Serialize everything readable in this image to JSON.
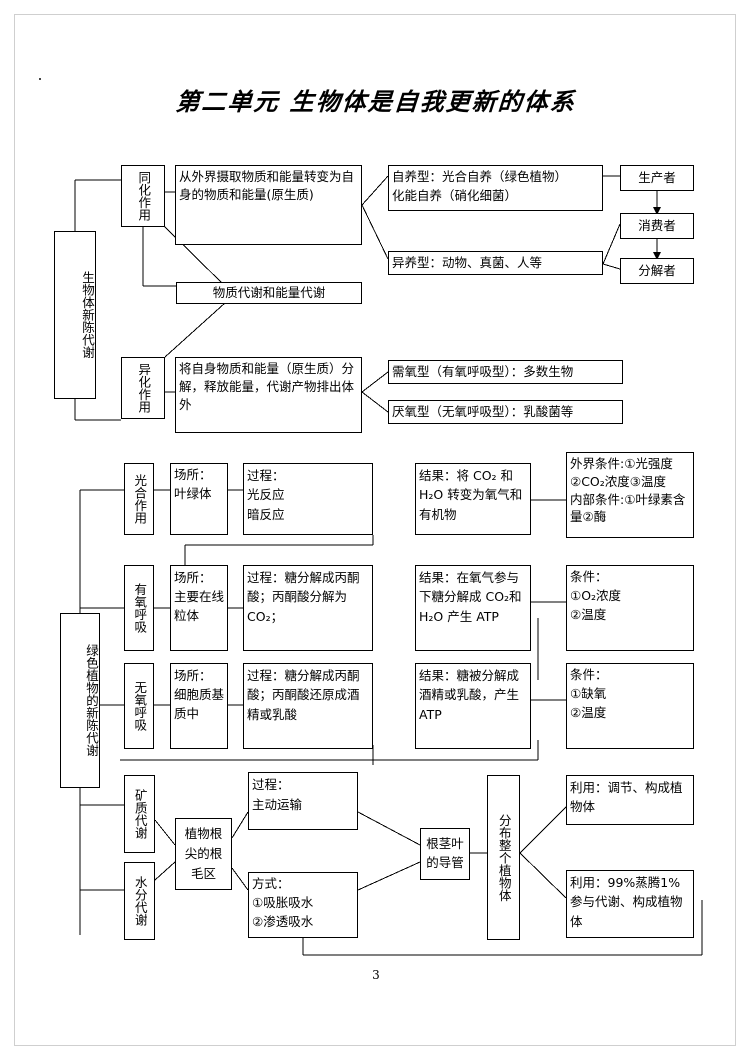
{
  "document": {
    "title": "第二单元  生物体是自我更新的体系",
    "page_number": "3"
  },
  "section_metabolism": {
    "root_label": "生物体新陈代谢",
    "assimilation": {
      "label": "同化作用",
      "description": "从外界摄取物质和能量转变为自身的物质和能量(原生质)",
      "types": [
        "自养型：光合自养（绿色植物）\n            化能自养（硝化细菌）",
        "异养型：动物、真菌、人等"
      ]
    },
    "middle_label": "物质代谢和能量代谢",
    "dissimilation": {
      "label": "异化作用",
      "description": "将自身物质和能量（原生质）分解，释放能量，代谢产物排出体外",
      "types": [
        "需氧型（有氧呼吸型）：多数生物",
        "厌氧型（无氧呼吸型）：乳酸菌等"
      ]
    },
    "roles": [
      "生产者",
      "消费者",
      "分解者"
    ]
  },
  "section_plant": {
    "root_label": "绿色植物的新陈代谢",
    "rows": [
      {
        "name": "光合作用",
        "place": "场所：\n叶绿体",
        "process": "过程：\n光反应\n暗反应",
        "result": "结果：将 CO₂ 和 H₂O 转变为氧气和有机物",
        "conditions": "外界条件:①光强度②CO₂浓度③温度\n内部条件:①叶绿素含量②酶"
      },
      {
        "name": "有氧呼吸",
        "place": "场所：\n主要在线粒体",
        "process": "过程：糖分解成丙酮酸；丙酮酸分解为 CO₂；",
        "result": "结果：在氧气参与下糖分解成 CO₂和 H₂O 产生 ATP",
        "conditions": "条件：\n①O₂浓度\n②温度"
      },
      {
        "name": "无氧呼吸",
        "place": "场所：\n细胞质基质中",
        "process": "过程：糖分解成丙酮酸；丙酮酸还原成酒精或乳酸",
        "result": "结果：糖被分解成酒精或乳酸，产生ATP",
        "conditions": "条件：\n①缺氧\n②温度"
      }
    ],
    "mineral_label": "矿质代谢",
    "water_label": "水分代谢",
    "root_hair": "植物根尖的根毛区",
    "transport_process": "过程：\n主动运输",
    "absorb_mode": "方式：\n①吸胀吸水\n②渗透吸水",
    "vessel": "根茎叶的导管",
    "distribution": "分布整个植物体",
    "use_mineral": "利用：调节、构成植物体",
    "use_water": "利用：99%蒸腾1%参与代谢、构成植物体"
  }
}
